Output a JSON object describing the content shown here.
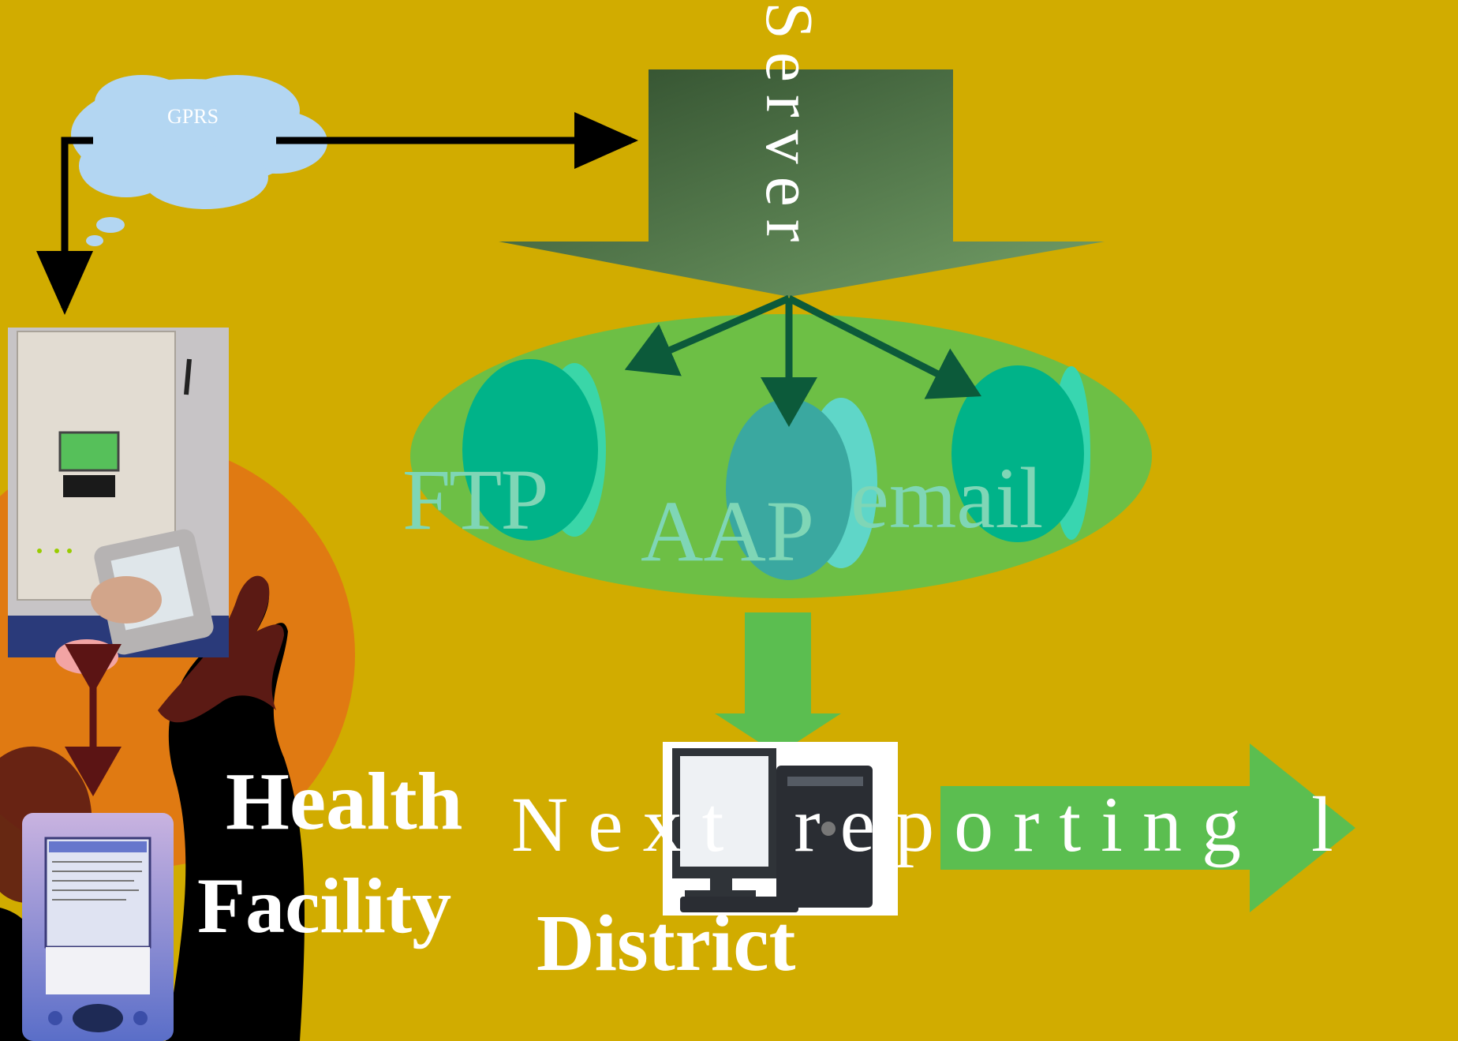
{
  "diagram": {
    "cloud_label": "GPRS",
    "server_label": "Server",
    "protocols": [
      "FTP",
      "AAP",
      "email"
    ],
    "health_facility": {
      "line1": "Health",
      "line2": "Facility"
    },
    "district_label": "District",
    "next_level_label": "Next reporting l"
  },
  "colors": {
    "background": "#D1AC00",
    "cloud": "#B3D6F2",
    "server_arrow": "#3F6B3A",
    "protocol_ellipse": "#6DBF45",
    "protocol_disk": "#00B389",
    "flow_arrow": "#5BBE50",
    "connector": "#000000",
    "orange_circle": "#E07A12",
    "hand": "#5B1A14",
    "text": "#FFFFFF"
  },
  "icons": [
    "cloud-icon",
    "modem-photo",
    "pda-photo",
    "desktop-computer-photo",
    "hands-illustration"
  ]
}
